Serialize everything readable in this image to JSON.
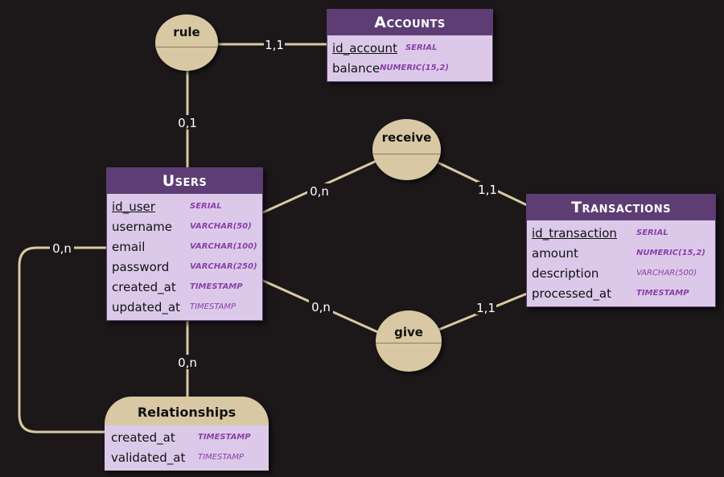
{
  "entities": {
    "accounts": {
      "title": "Accounts",
      "attributes": [
        {
          "name": "id_account",
          "type": "SERIAL"
        },
        {
          "name": "balance",
          "type": "NUMERIC(15,2)"
        }
      ]
    },
    "users": {
      "title": "Users",
      "attributes": [
        {
          "name": "id_user",
          "type": "SERIAL"
        },
        {
          "name": "username",
          "type": "VARCHAR(50)"
        },
        {
          "name": "email",
          "type": "VARCHAR(100)"
        },
        {
          "name": "password",
          "type": "VARCHAR(250)"
        },
        {
          "name": "created_at",
          "type": "TIMESTAMP"
        },
        {
          "name": "updated_at",
          "type": "TIMESTAMP"
        }
      ]
    },
    "transactions": {
      "title": "Transactions",
      "attributes": [
        {
          "name": "id_transaction",
          "type": "SERIAL"
        },
        {
          "name": "amount",
          "type": "NUMERIC(15,2)"
        },
        {
          "name": "description",
          "type": "VARCHAR(500)"
        },
        {
          "name": "processed_at",
          "type": "TIMESTAMP"
        }
      ]
    }
  },
  "associations": {
    "rule": "rule",
    "receive": "receive",
    "give": "give",
    "relationships": {
      "title": "Relationships",
      "attributes": [
        {
          "name": "created_at",
          "type": "TIMESTAMP"
        },
        {
          "name": "validated_at",
          "type": "TIMESTAMP"
        }
      ]
    }
  },
  "cardinalities": {
    "rule_accounts": "1,1",
    "rule_users": "0,1",
    "users_receive": "0,n",
    "receive_transactions": "1,1",
    "users_give": "0,n",
    "give_transactions": "1,1",
    "users_relationships_bottom": "0,n",
    "users_relationships_loop": "0,n"
  },
  "colors": {
    "background": "#1c1819",
    "entity_header": "#5e3d74",
    "entity_body": "#dcc9ea",
    "association": "#d8c9a4",
    "type_text": "#8a3fa8"
  }
}
